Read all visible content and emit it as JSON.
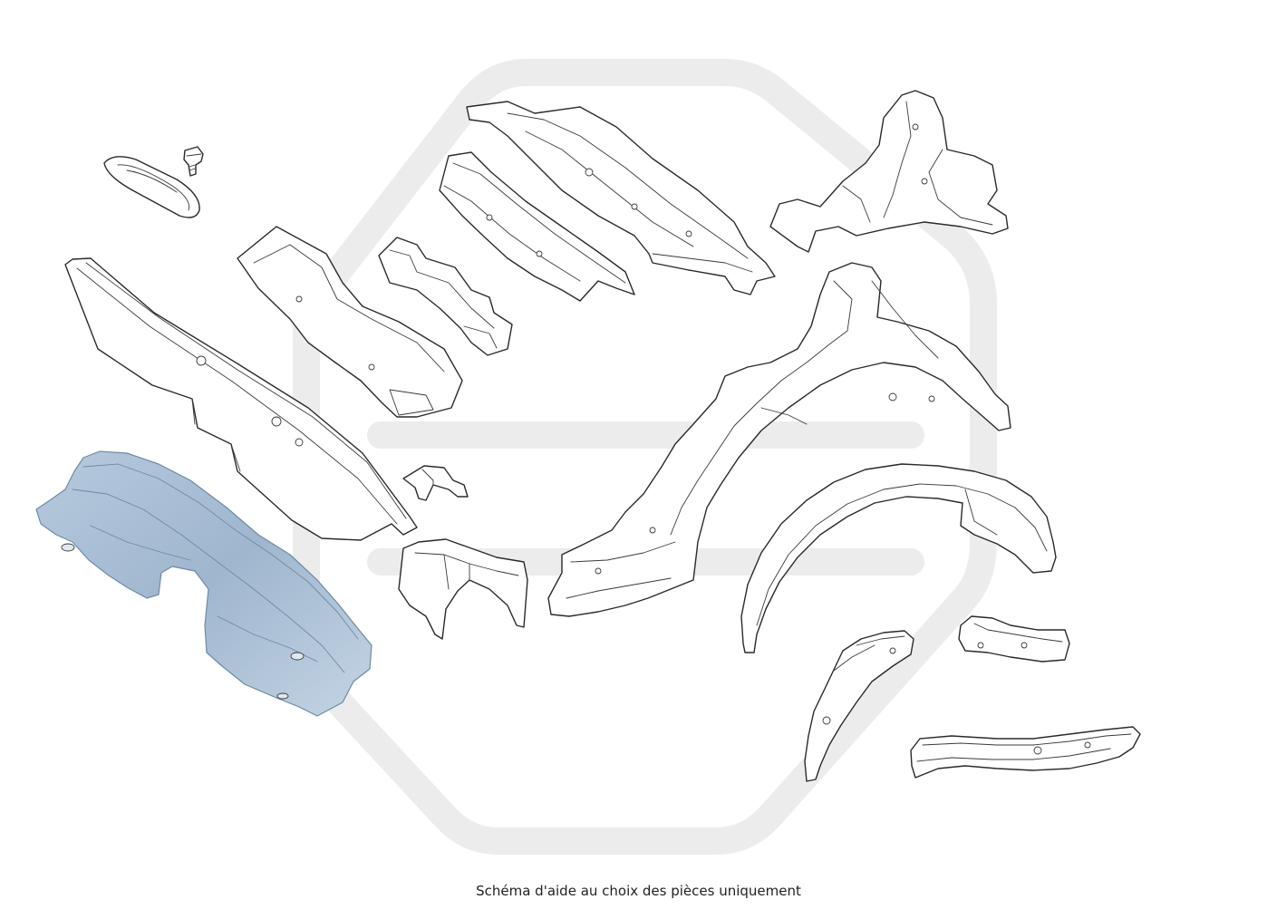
{
  "caption": "Schéma d'aide au choix des pièces uniquement",
  "colors": {
    "selected_part_fill": "#a9bfd6",
    "selected_part_stroke": "#6d8aa4",
    "line_stroke": "#2a2a2a",
    "watermark": "#ececec",
    "background": "#ffffff"
  },
  "selected_part": "rear-panel-crossmember",
  "parts": [
    "grommet",
    "clip-bolt",
    "rear-floor-crossmember",
    "floor-bracket-strip",
    "seat-crossmember-bracket",
    "upper-rear-panel-reinforcement",
    "rear-cross-panel",
    "right-rear-quarter-inner",
    "rear-panel-crossmember",
    "small-bracket",
    "wheel-arch-extension",
    "right-inner-wheelhouse",
    "outer-wheelhouse",
    "rear-lower-extension",
    "side-support-bracket",
    "rear-side-member"
  ]
}
